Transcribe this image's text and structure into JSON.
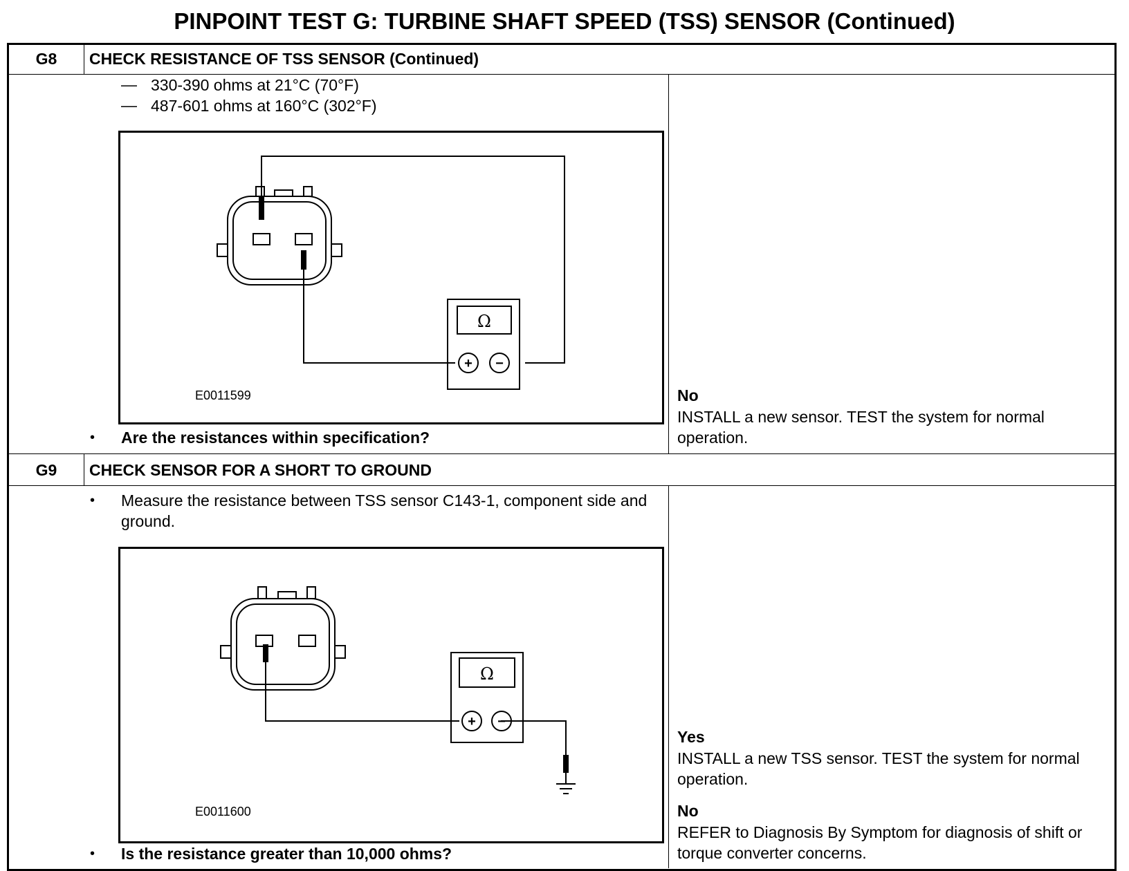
{
  "title": "PINPOINT TEST G: TURBINE SHAFT SPEED (TSS) SENSOR (Continued)",
  "steps": [
    {
      "id": "G8",
      "title": "CHECK RESISTANCE OF TSS SENSOR (Continued)",
      "specs": [
        "330-390 ohms at 21°C (70°F)",
        "487-601 ohms at 160°C (302°F)"
      ],
      "figure_id": "E0011599",
      "meter_symbol": "Ω",
      "plus": "+",
      "minus": "−",
      "question": "Are the resistances within specification?",
      "answers": [
        {
          "label": "No",
          "text": "INSTALL a new sensor. TEST the system for normal operation."
        }
      ]
    },
    {
      "id": "G9",
      "title": "CHECK SENSOR FOR A SHORT TO GROUND",
      "instruction": "Measure the resistance between TSS sensor C143-1, component side and ground.",
      "figure_id": "E0011600",
      "meter_symbol": "Ω",
      "plus": "+",
      "minus": "−",
      "question": "Is the resistance greater than 10,000 ohms?",
      "answers": [
        {
          "label": "Yes",
          "text": "INSTALL a new TSS sensor. TEST the system for normal operation."
        },
        {
          "label": "No",
          "text": "REFER to Diagnosis By Symptom for diagnosis of shift or torque converter concerns."
        }
      ]
    }
  ],
  "symbols": {
    "dash": "—",
    "bullet": "•"
  }
}
